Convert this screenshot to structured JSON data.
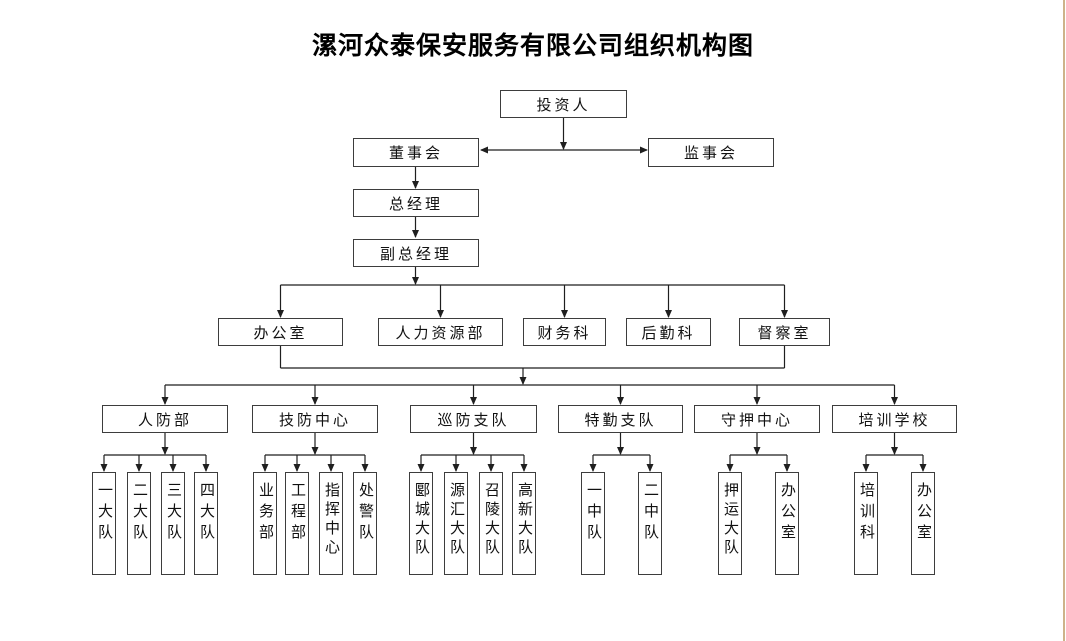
{
  "title": "漯河众泰保安服务有限公司组织机构图",
  "colors": {
    "line": "#1f1f1f",
    "box_border": "#3d3d3d",
    "page_edge": "#cdb38a"
  },
  "org": {
    "investor": "投资人",
    "board": "董事会",
    "supervisory_board": "监事会",
    "general_manager": "总经理",
    "deputy_general_manager": "副总经理",
    "departments": {
      "office": "办公室",
      "human_resources": "人力资源部",
      "finance_section": "财务科",
      "logistics_section": "后勤科",
      "inspection_office": "督察室"
    },
    "units": {
      "civil_defense_dept": "人防部",
      "technical_defense_center": "技防中心",
      "patrol_detachment": "巡防支队",
      "special_duty_detachment": "特勤支队",
      "escort_center": "守押中心",
      "training_school": "培训学校"
    },
    "sub_units": {
      "civil_defense_dept": [
        "一大队",
        "二大队",
        "三大队",
        "四大队"
      ],
      "technical_defense_center": [
        "业务部",
        "工程部",
        "指挥中心",
        "处警队"
      ],
      "patrol_detachment": [
        "郾城大队",
        "源汇大队",
        "召陵大队",
        "高新大队"
      ],
      "special_duty_detachment": [
        "一中队",
        "二中队"
      ],
      "escort_center": [
        "押运大队",
        "办公室"
      ],
      "training_school": [
        "培训科",
        "办公室"
      ]
    }
  }
}
